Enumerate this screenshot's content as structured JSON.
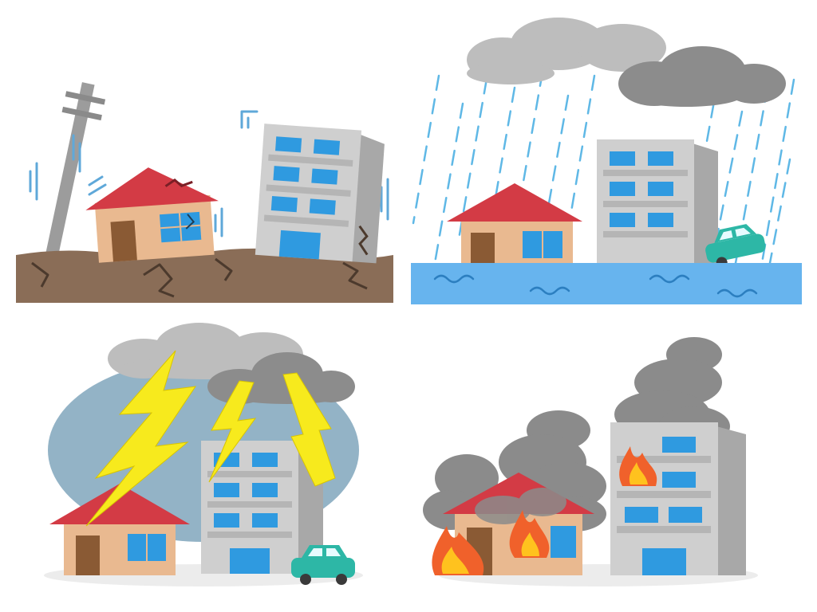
{
  "scenes": [
    {
      "id": "earthquake",
      "name": "earthquake-scene"
    },
    {
      "id": "flood",
      "name": "flood-scene"
    },
    {
      "id": "lightning",
      "name": "lightning-scene"
    },
    {
      "id": "fire",
      "name": "fire-scene"
    }
  ],
  "colors": {
    "roof": "#d33b45",
    "house_wall": "#e9b990",
    "house_door": "#8a5a34",
    "window": "#2f9ae0",
    "building_front": "#cfcfcf",
    "building_side": "#a8a8a8",
    "building_band": "#b5b5b5",
    "ground": "#8a6d57",
    "crack": "#4c3a2d",
    "water": "#67b4ee",
    "wave": "#2c7fc0",
    "rain": "#5fb8e6",
    "cloud_light": "#bdbdbd",
    "cloud_dark": "#8c8c8c",
    "lightning_sky": "#93b3c6",
    "bolt": "#f7ea1d",
    "car": "#2db7a6",
    "fire_outer": "#f0612b",
    "fire_inner": "#ffc21e",
    "smoke": "#8b8b8b",
    "shadow": "#ececec",
    "pole": "#9c9c9c"
  },
  "icons": [
    "cracked-house-icon",
    "tilted-building-icon",
    "utility-pole-icon",
    "rain-icon",
    "cloud-icon",
    "car-icon",
    "lightning-bolt-icon",
    "fire-icon",
    "smoke-icon"
  ]
}
